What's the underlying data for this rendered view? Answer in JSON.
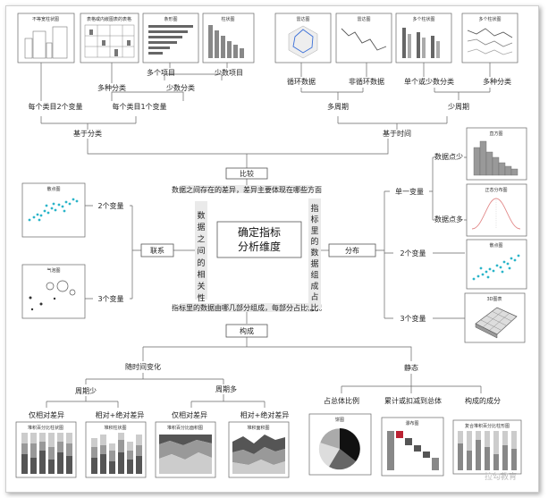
{
  "center": {
    "line1": "确定指标",
    "line2": "分析维度"
  },
  "top_stripe": "数据之间存在的差异，差异主要体现在哪些方面",
  "bottom_stripe": "指标里的数据由哪几部分组成，每部分占比情况",
  "left_stripe": [
    "数",
    "据",
    "之",
    "间",
    "的",
    "相",
    "关",
    "性"
  ],
  "right_stripe": [
    "指",
    "标",
    "里",
    "的",
    "数",
    "据",
    "组",
    "成",
    "占",
    "比"
  ],
  "nodes": {
    "compare": "比较",
    "relation": "联系",
    "distribution": "分布",
    "composition": "构成",
    "by_category": "基于分类",
    "by_time": "基于时间",
    "multi_cat": "多种分类",
    "few_cat": "少数分类",
    "multi_items": "多个项目",
    "few_items": "少数项目",
    "per_cat_2var": "每个类目2个变量",
    "per_cat_1var": "每个类目1个变量",
    "cyclic": "循环数据",
    "non_cyclic": "非循环数据",
    "single_few_cat": "单个或少数分类",
    "multi_cat_r": "多种分类",
    "multi_period": "多周期",
    "few_period": "少周期",
    "two_var": "2个变量",
    "three_var": "3个变量",
    "single_var": "单一变量",
    "few_points": "数据点少",
    "many_points": "数据点多",
    "dist_two_var": "2个变量",
    "dist_three_var": "3个变量",
    "over_time": "随时间变化",
    "static": "静态",
    "few_periods": "周期少",
    "many_periods": "周期多",
    "rel_diff_a": "仅相对差异",
    "rel_abs_a": "相对+绝对差异",
    "rel_diff_b": "仅相对差异",
    "rel_abs_b": "相对+绝对差异",
    "share_total": "占总体比例",
    "accumulate": "累计或扣减到总体",
    "components": "构成的成分"
  },
  "thumbs": {
    "uneven_col": "不等宽柱状图",
    "table_chart": "表格或内嵌图表的表格",
    "bar": "条形图",
    "column": "柱状图",
    "radar": "雷达图",
    "line1": "雷达图",
    "multi_col": "多个柱状图",
    "multi_line": "多个柱状图",
    "scatter_l": "散点图",
    "bubble": "气泡图",
    "histogram": "直方图",
    "normal": "正态分布图",
    "scatter_r": "散点图",
    "surface3d": "3D图表",
    "stacked_pct_col": "堆积百分比柱状图",
    "stacked_col": "堆积柱状图",
    "stacked_pct_area": "堆积百分比面积图",
    "stacked_area": "堆积面积图",
    "pie": "饼图",
    "waterfall": "瀑布图",
    "stacked_pct_col_sub": "复合堆积百分比柱形图"
  },
  "watermark": "拉勾教育",
  "colors": {
    "scatter": "#2bb5c9",
    "radar": "#3a6fd8",
    "pie_dark": "#111111"
  }
}
